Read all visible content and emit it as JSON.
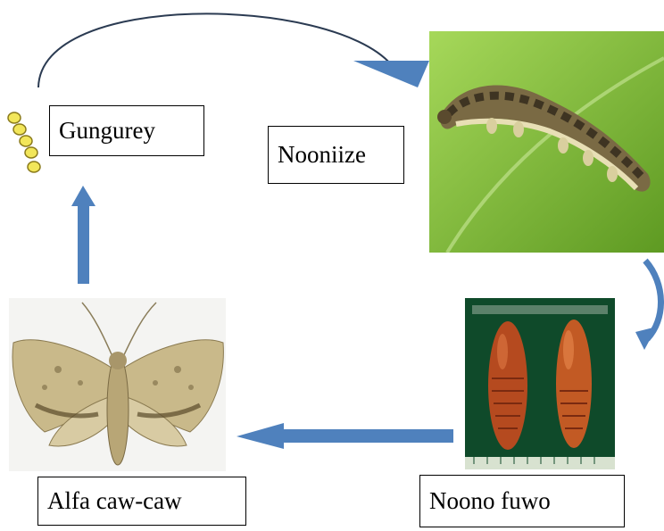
{
  "stages": {
    "eggs": {
      "label": "Gungurey"
    },
    "larva": {
      "label": "Nooniize"
    },
    "pupa": {
      "label": "Noono fuwo"
    },
    "adult": {
      "label": "Alfa caw-caw"
    }
  },
  "images": {
    "eggs": "egg-cluster",
    "larva": "caterpillar-on-leaf-photo",
    "pupa": "two-pupae-photo",
    "adult": "moth-photo"
  },
  "colors": {
    "arrow": "#4f81bd",
    "arc_line": "#2b3b52",
    "leaf": "#86c23c",
    "pupa": "#b54a1f",
    "moth": "#c9b98a"
  }
}
